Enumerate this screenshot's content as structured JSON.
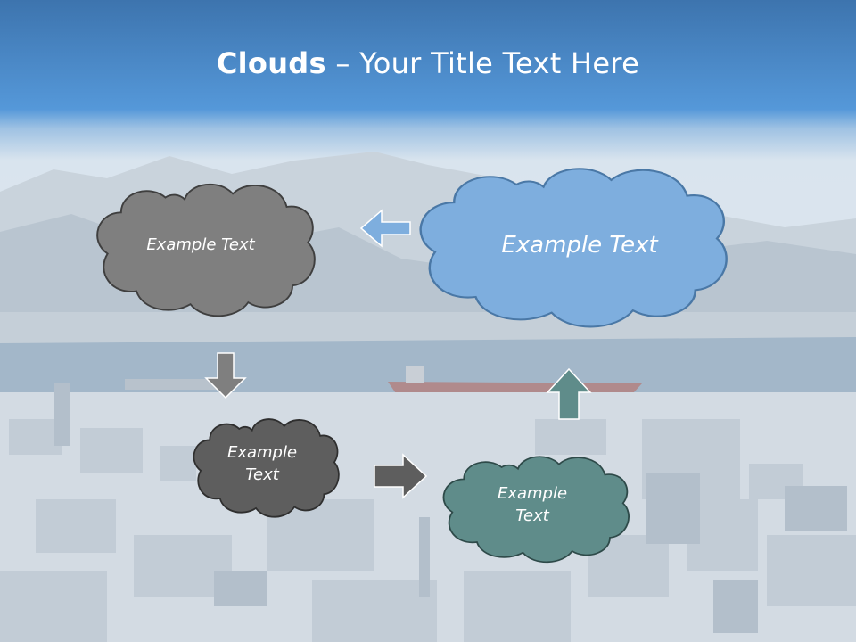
{
  "title": {
    "bold": "Clouds",
    "separator": " – ",
    "rest": "Your Title Text Here"
  },
  "clouds": {
    "blue": {
      "text": "Example Text",
      "color": "#7eaede"
    },
    "gray": {
      "text": "Example Text",
      "color": "#7f7f7f"
    },
    "dark": {
      "text_line1": "Example",
      "text_line2": "Text",
      "color": "#5e5e5e"
    },
    "teal": {
      "text_line1": "Example",
      "text_line2": "Text",
      "color": "#5f8c8a"
    }
  },
  "arrows": {
    "left_color": "#7eaede",
    "down_color": "#7f7f7f",
    "right_color": "#5e5e5e",
    "up_color": "#5f8c8a"
  },
  "colors": {
    "header_top": "#3d74ae",
    "header_bottom": "#5598d9"
  }
}
